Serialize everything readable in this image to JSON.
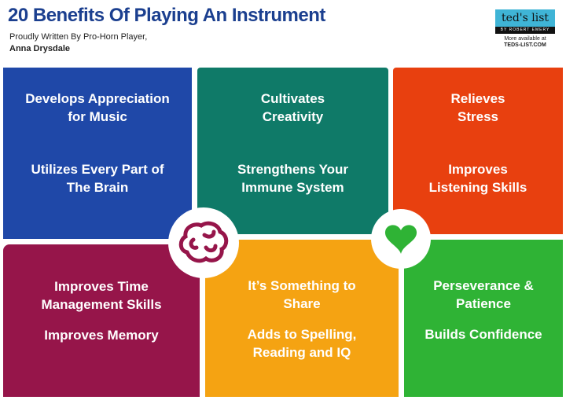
{
  "header": {
    "title": "20 Benefits Of Playing An Instrument",
    "byline": "Proudly Written By Pro-Horn Player,",
    "author": "Anna Drysdale"
  },
  "logo": {
    "name": "ted's list",
    "tagline": "BY ROBERT EMERY",
    "more": "More available at",
    "url": "TEDS-LIST.COM"
  },
  "panels": [
    {
      "color": "#1f48a8",
      "items": [
        "Develops Appreciation for Music",
        "Utilizes Every Part of The Brain"
      ]
    },
    {
      "color": "#0f7a68",
      "items": [
        "Cultivates Creativity",
        "Strengthens Your Immune System"
      ]
    },
    {
      "color": "#e8400f",
      "items": [
        "Relieves Stress",
        "Improves Listening Skills"
      ]
    },
    {
      "color": "#96154a",
      "items": [
        "Improves Time Management Skills",
        "Improves Memory"
      ]
    },
    {
      "color": "#f5a312",
      "items": [
        "It’s Something to Share",
        "Adds to Spelling, Reading and IQ"
      ]
    },
    {
      "color": "#2fb335",
      "items": [
        "Perseverance & Patience",
        "Builds Confidence"
      ]
    }
  ],
  "icons": {
    "brain": "brain-icon",
    "heart": "heart-icon"
  }
}
